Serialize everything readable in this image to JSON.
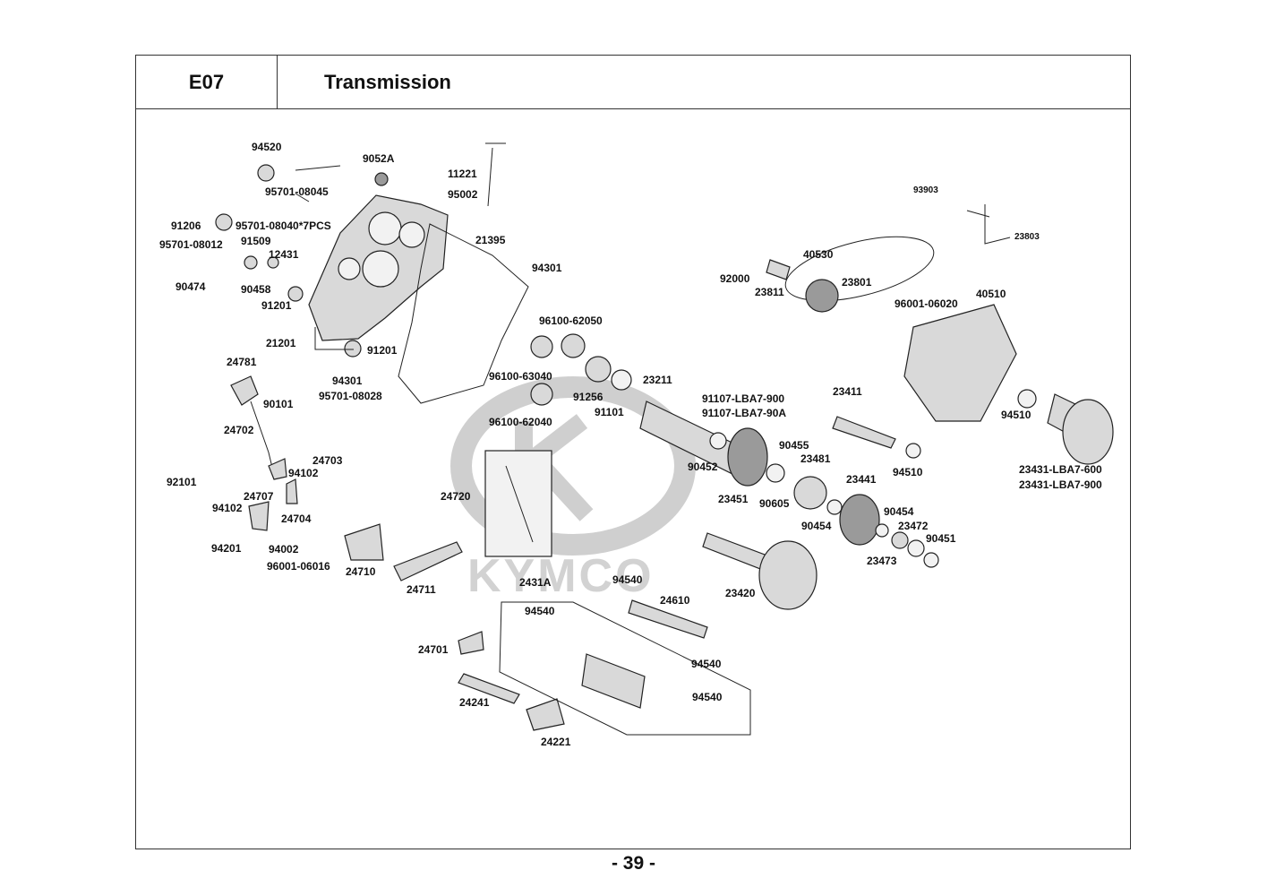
{
  "header": {
    "code": "E07",
    "title": "Transmission"
  },
  "watermark": {
    "brand": "KYMCO"
  },
  "footer": {
    "page_number": "- 39 -"
  },
  "callouts": [
    "94520",
    "9052A",
    "11221",
    "95701-08045",
    "95002",
    "91206",
    "95701-08040*7PCS",
    "21395",
    "95701-08012",
    "91509",
    "12431",
    "94301",
    "90474",
    "90458",
    "91201",
    "96100-62050",
    "21201",
    "91201",
    "24781",
    "94301",
    "95701-08028",
    "96100-63040",
    "91256",
    "91101",
    "23211",
    "90101",
    "96100-62040",
    "24702",
    "24703",
    "94102",
    "92101",
    "24707",
    "24720",
    "24704",
    "94102",
    "94201",
    "94002",
    "96001-06016",
    "24710",
    "24711",
    "2431A",
    "94540",
    "24610",
    "94540",
    "94540",
    "24701",
    "94540",
    "24241",
    "24221",
    "93903",
    "23803",
    "40530",
    "92000",
    "23811",
    "23801",
    "96001-06020",
    "40510",
    "91107-LBA7-900",
    "91107-LBA7-90A",
    "23411",
    "94510",
    "90455",
    "90452",
    "23481",
    "94510",
    "23451",
    "23441",
    "90605",
    "90454",
    "90454",
    "23472",
    "90451",
    "23473",
    "23420",
    "23431-LBA7-600",
    "23431-LBA7-900"
  ]
}
